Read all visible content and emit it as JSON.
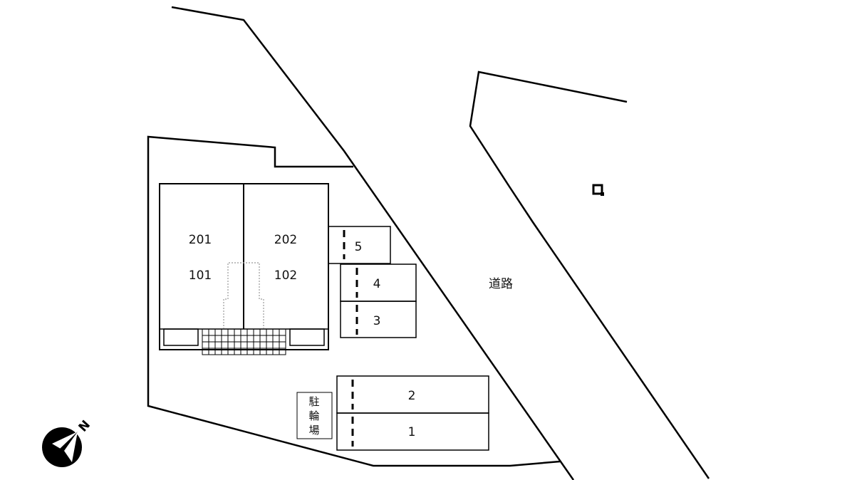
{
  "site_map": {
    "rooms": {
      "r201": "201",
      "r202": "202",
      "r101": "101",
      "r102": "102"
    },
    "parking_spaces": [
      "5",
      "4",
      "3",
      "2",
      "1"
    ],
    "road_label": "道路",
    "bicycle_parking": {
      "line1": "駐",
      "line2": "輪",
      "line3": "場"
    },
    "compass": {
      "letter": "N",
      "icon": "north-arrow-icon"
    },
    "colors": {
      "line": "#000000",
      "background": "#ffffff",
      "stair_outline": "#999999"
    }
  }
}
